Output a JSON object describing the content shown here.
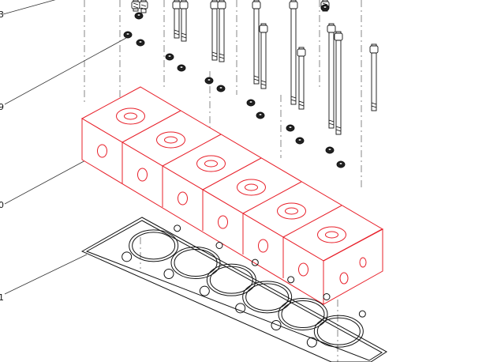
{
  "colors": {
    "background": "#ffffff",
    "linework": "#111111",
    "highlight": "#e8202a",
    "leader": "#333333"
  },
  "callouts": [
    {
      "id": "c1",
      "label": "3"
    },
    {
      "id": "c2",
      "label": "9"
    },
    {
      "id": "c3",
      "label": "0"
    },
    {
      "id": "c4",
      "label": "1"
    }
  ],
  "parts": {
    "long_bolt_count": 14,
    "nut_count": 14,
    "head_section_count": 6,
    "gasket_bore_count": 6
  }
}
